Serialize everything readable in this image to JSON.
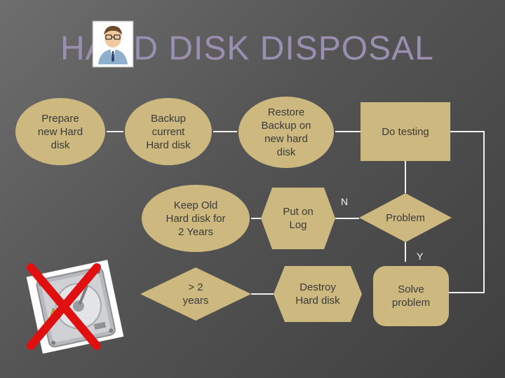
{
  "title": "HARD DISK DISPOSAL",
  "colors": {
    "shape_fill": "#cdb97f",
    "line": "#f0f0f0",
    "title": "#9a8fb0",
    "cross": "#e01010"
  },
  "icons": [
    "person-avatar-icon",
    "hard-disk-icon",
    "red-cross-icon",
    "warning-icon"
  ],
  "nodes": {
    "prepare": "Prepare\nnew Hard\ndisk",
    "backup": "Backup\ncurrent\nHard disk",
    "restore": "Restore\nBackup on\nnew hard\ndisk",
    "testing": "Do testing",
    "keep_old": "Keep Old\nHard disk for\n2 Years",
    "put_on_log": "Put on\nLog",
    "problem": "Problem",
    "gt2": "> 2\nyears",
    "destroy": "Destroy\nHard disk",
    "solve": "Solve\nproblem"
  },
  "labels": {
    "n": "N",
    "y": "Y"
  }
}
